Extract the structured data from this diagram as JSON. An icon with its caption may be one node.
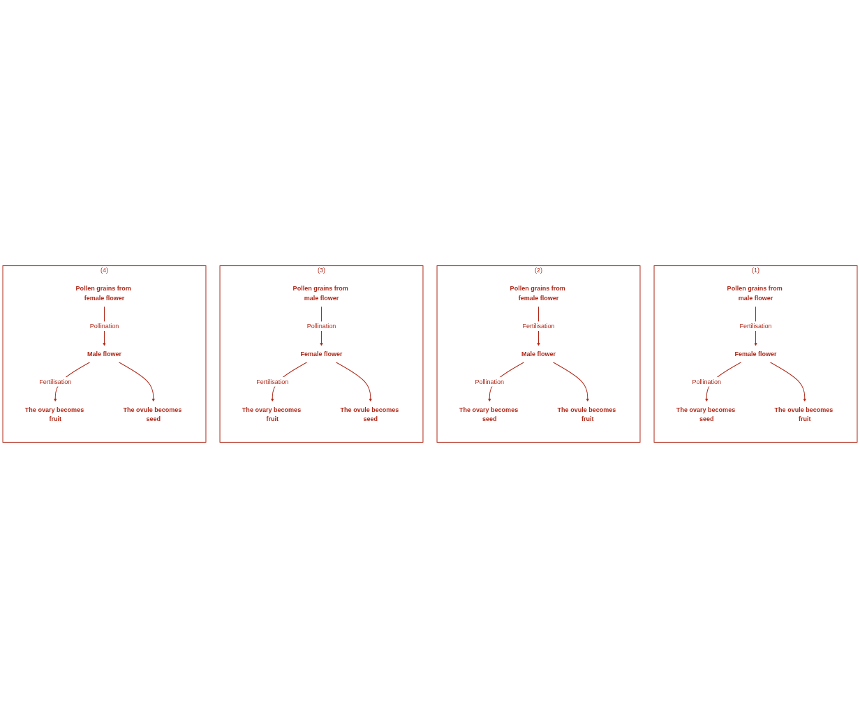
{
  "diagram": {
    "nodes": [
      {
        "text": [
          "(1)"
        ]
      },
      {
        "text": [
          "Pollen grains from male flower"
        ],
        "in": 0
      },
      {
        "text": [
          "Female flower"
        ],
        "in": 0
      },
      {
        "text": [
          "The ovary becomes seed"
        ],
        "in": 0
      },
      {
        "text": [
          "The ovule becomes fruit"
        ],
        "in": 0
      },
      {
        "text": [
          "(2)"
        ]
      },
      {
        "text": [
          "Pollen grains from female flower"
        ],
        "in": 5
      },
      {
        "text": [
          "Male flower"
        ],
        "in": 5
      },
      {
        "text": [
          "The ovary becomes seed"
        ],
        "in": 5
      },
      {
        "text": [
          "The ovule becomes fruit"
        ],
        "in": 5
      },
      {
        "text": [
          "(3)"
        ]
      },
      {
        "text": [
          "Pollen grains from male flower"
        ],
        "in": 10
      },
      {
        "text": [
          "Female flower"
        ],
        "in": 10
      },
      {
        "text": [
          "The ovary becomes fruit"
        ],
        "in": 10
      },
      {
        "text": [
          "The ovule becomes seed"
        ],
        "in": 10
      },
      {
        "text": [
          "(4)"
        ]
      },
      {
        "text": [
          "Pollen grains from female flower"
        ],
        "in": 15
      },
      {
        "text": [
          "Male flower"
        ],
        "in": 15
      },
      {
        "text": [
          "The ovary becomes fruit"
        ],
        "in": 15
      },
      {
        "text": [
          "The ovule becomes seed"
        ],
        "in": 15
      }
    ],
    "edges": [
      {
        "from": 1,
        "to": 2,
        "arrow": "to",
        "label": "Fertilisation"
      },
      {
        "from": 2,
        "to": 3,
        "arrow": "to",
        "label": "Pollination"
      },
      {
        "from": 2,
        "to": 4,
        "arrow": "to"
      },
      {
        "from": 6,
        "to": 7,
        "arrow": "to",
        "label": "Fertilisation"
      },
      {
        "from": 7,
        "to": 8,
        "arrow": "to",
        "label": "Pollination"
      },
      {
        "from": 7,
        "to": 9,
        "arrow": "to"
      },
      {
        "from": 11,
        "to": 12,
        "arrow": "to",
        "label": "Pollination"
      },
      {
        "from": 12,
        "to": 13,
        "arrow": "to",
        "label": "Fertilisation"
      },
      {
        "from": 12,
        "to": 14,
        "arrow": "to"
      },
      {
        "from": 16,
        "to": 17,
        "arrow": "to",
        "label": "Pollination"
      },
      {
        "from": 17,
        "to": 18,
        "arrow": "to",
        "label": "Fertilisation"
      },
      {
        "from": 17,
        "to": 19,
        "arrow": "to"
      }
    ]
  }
}
